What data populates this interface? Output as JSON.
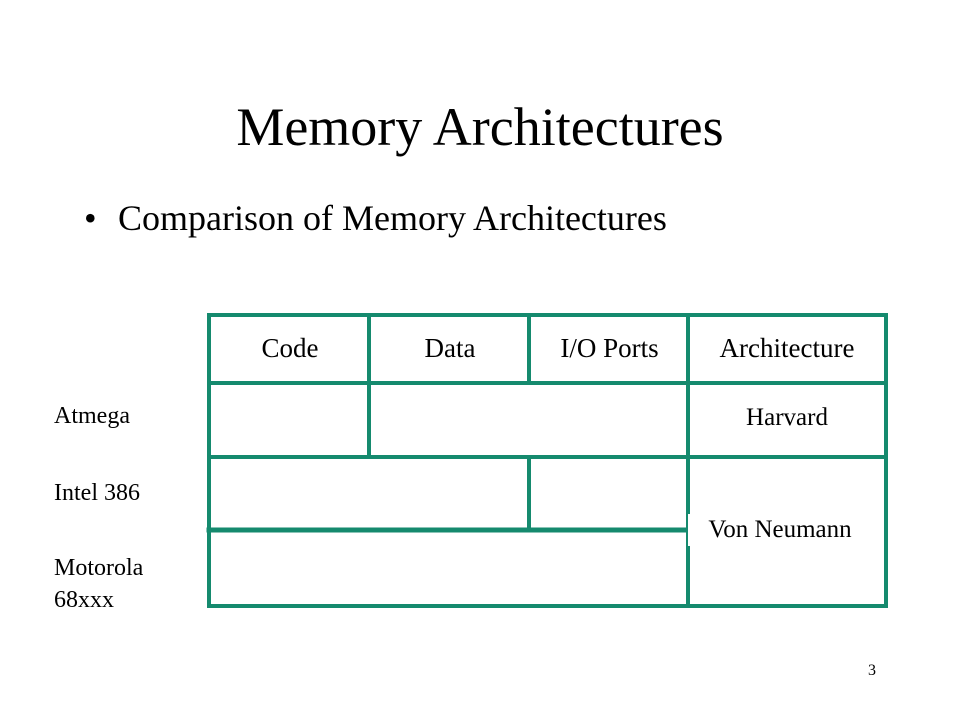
{
  "title": "Memory Architectures",
  "bullet": "Comparison of Memory Architectures",
  "table": {
    "headers": [
      "Code",
      "Data",
      "I/O Ports",
      "Architecture"
    ],
    "row_labels": [
      "Atmega",
      "Intel 386",
      "Motorola\n68xxx"
    ],
    "architectures": [
      "Harvard",
      "Von Neumann"
    ],
    "line_color": "#158a6e"
  },
  "page_number": "3"
}
